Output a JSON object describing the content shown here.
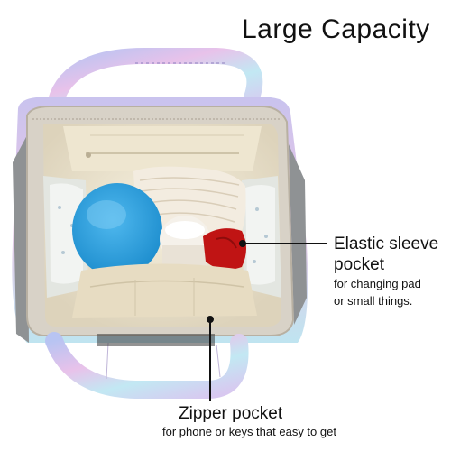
{
  "title": "Large Capacity",
  "callouts": {
    "elastic": {
      "title_line1": "Elastic sleeve",
      "title_line2": "pocket",
      "sub_line1": "for changing pad",
      "sub_line2": "or small things."
    },
    "zipper": {
      "title": "Zipper pocket",
      "sub": "for phone or keys that easy to get"
    }
  },
  "colors": {
    "lining": "#efe8d6",
    "bottle_lid": "#35a7e3",
    "red_item": "#c01414",
    "strap_gradient": [
      "#b6c7f0",
      "#e7c0e8",
      "#bfe7f2"
    ]
  }
}
